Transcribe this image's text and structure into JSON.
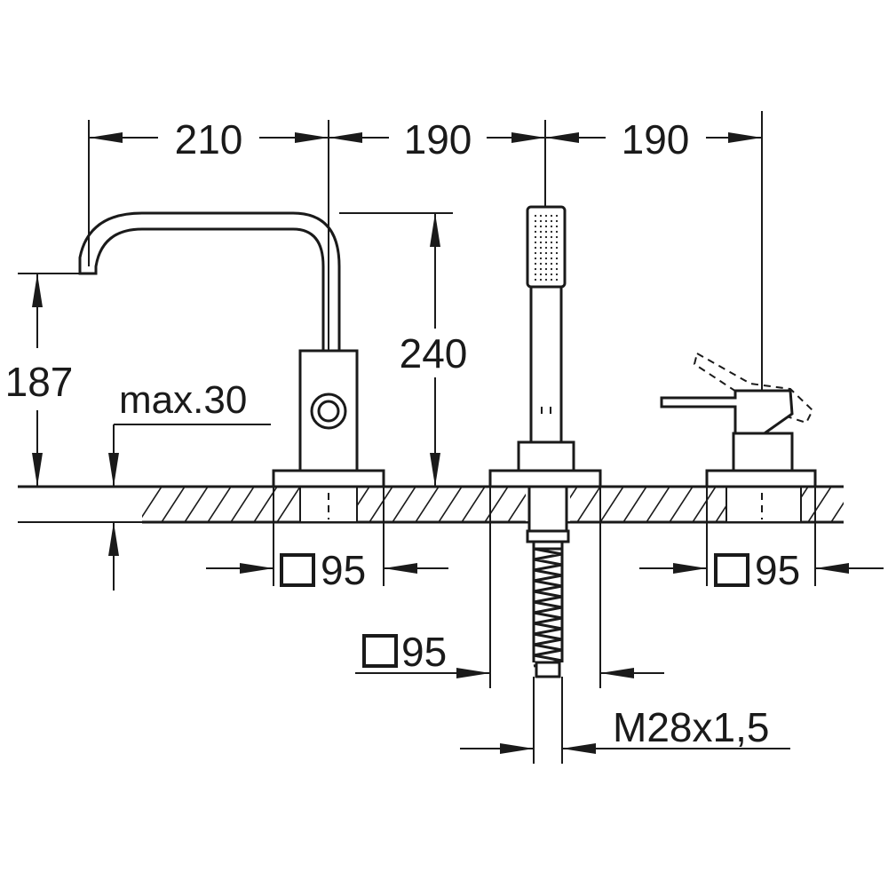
{
  "dimensions": {
    "spout_reach": "210",
    "spacing_left": "190",
    "spacing_right": "190",
    "spout_height": "187",
    "total_height": "240",
    "deck_thickness": "max.30",
    "base_left": "95",
    "base_right": "95",
    "base_center": "95",
    "thread": "M28x1,5"
  }
}
